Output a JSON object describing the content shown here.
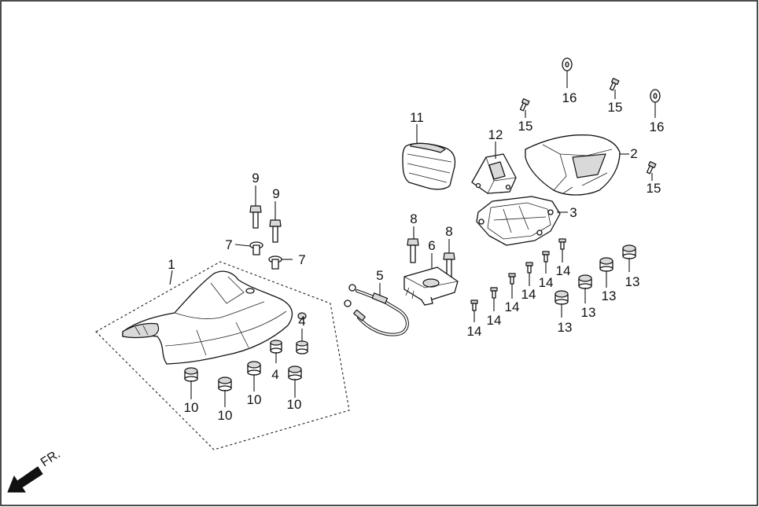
{
  "callouts": {
    "c1": "1",
    "c2": "2",
    "c3": "3",
    "c4a": "4",
    "c4b": "4",
    "c5": "5",
    "c6": "6",
    "c7a": "7",
    "c7b": "7",
    "c8a": "8",
    "c8b": "8",
    "c9a": "9",
    "c9b": "9",
    "c10a": "10",
    "c10b": "10",
    "c10c": "10",
    "c10d": "10",
    "c11": "11",
    "c12": "12",
    "c13a": "13",
    "c13b": "13",
    "c13c": "13",
    "c13d": "13",
    "c14a": "14",
    "c14b": "14",
    "c14c": "14",
    "c14d": "14",
    "c14e": "14",
    "c14f": "14",
    "c15a": "15",
    "c15b": "15",
    "c15c": "15",
    "c16a": "16",
    "c16b": "16"
  },
  "front_indicator": {
    "label": "FR."
  }
}
